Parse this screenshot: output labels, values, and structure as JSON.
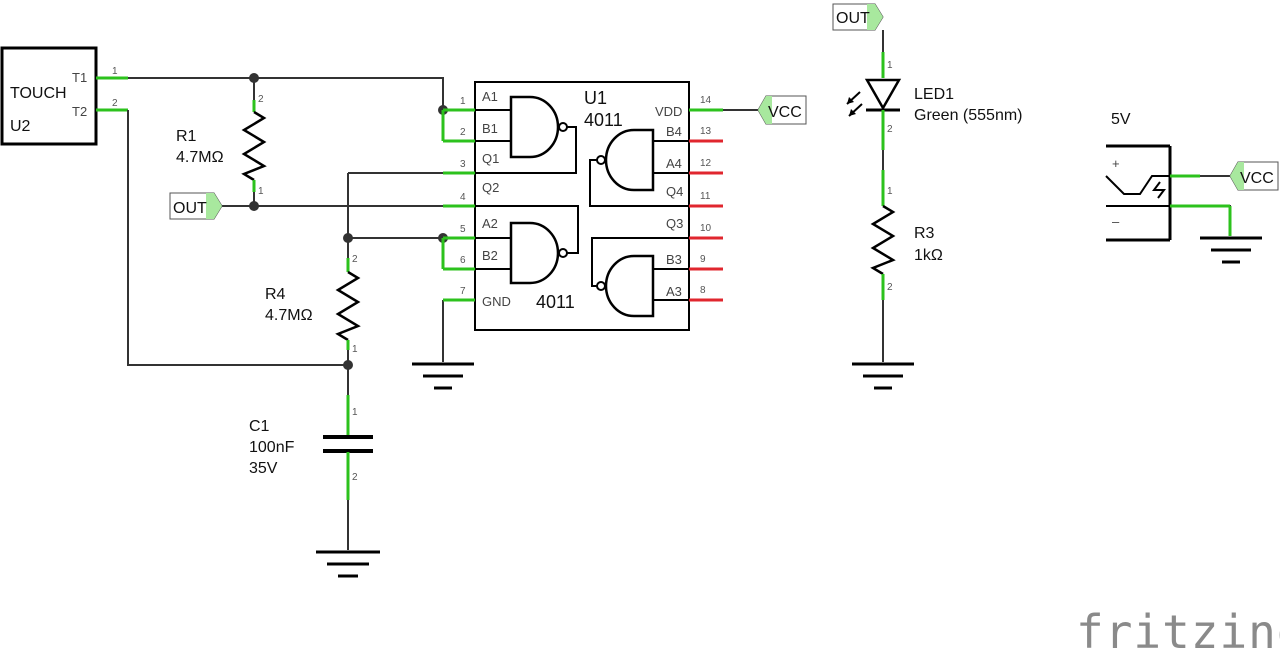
{
  "touch": {
    "name": "TOUCH",
    "ref": "U2",
    "pin1_label": "T1",
    "pin2_label": "T2",
    "pin1_num": "1",
    "pin2_num": "2"
  },
  "r1": {
    "ref": "R1",
    "value": "4.7MΩ",
    "pin_top": "2",
    "pin_bottom": "1"
  },
  "r4": {
    "ref": "R4",
    "value": "4.7MΩ",
    "pin_top": "2",
    "pin_bottom": "1"
  },
  "r3": {
    "ref": "R3",
    "value": "1kΩ",
    "pin_top": "1",
    "pin_bottom": "2"
  },
  "c1": {
    "ref": "C1",
    "value": "100nF",
    "voltage": "35V",
    "pin_top": "1",
    "pin_bottom": "2"
  },
  "u1": {
    "ref": "U1",
    "part": "4011",
    "part2": "4011",
    "left_pins": [
      {
        "num": "1",
        "name": "A1"
      },
      {
        "num": "2",
        "name": "B1"
      },
      {
        "num": "3",
        "name": "Q1"
      },
      {
        "num": "4",
        "name": "Q2"
      },
      {
        "num": "5",
        "name": "A2"
      },
      {
        "num": "6",
        "name": "B2"
      },
      {
        "num": "7",
        "name": "GND"
      }
    ],
    "right_pins": [
      {
        "num": "14",
        "name": "VDD"
      },
      {
        "num": "13",
        "name": "B4"
      },
      {
        "num": "12",
        "name": "A4"
      },
      {
        "num": "11",
        "name": "Q4"
      },
      {
        "num": "10",
        "name": "Q3"
      },
      {
        "num": "9",
        "name": "B3"
      },
      {
        "num": "8",
        "name": "A3"
      }
    ]
  },
  "led1": {
    "ref": "LED1",
    "value": "Green (555nm)",
    "pin_top": "1",
    "pin_bottom": "2"
  },
  "supply": {
    "label": "5V",
    "plus": "+",
    "minus": "–"
  },
  "net_labels": {
    "out": "OUT",
    "vcc": "VCC"
  },
  "watermark": "fritzing",
  "colors": {
    "connected": "#2cc21d",
    "unconnected": "#e0262e",
    "wire": "#333333"
  }
}
